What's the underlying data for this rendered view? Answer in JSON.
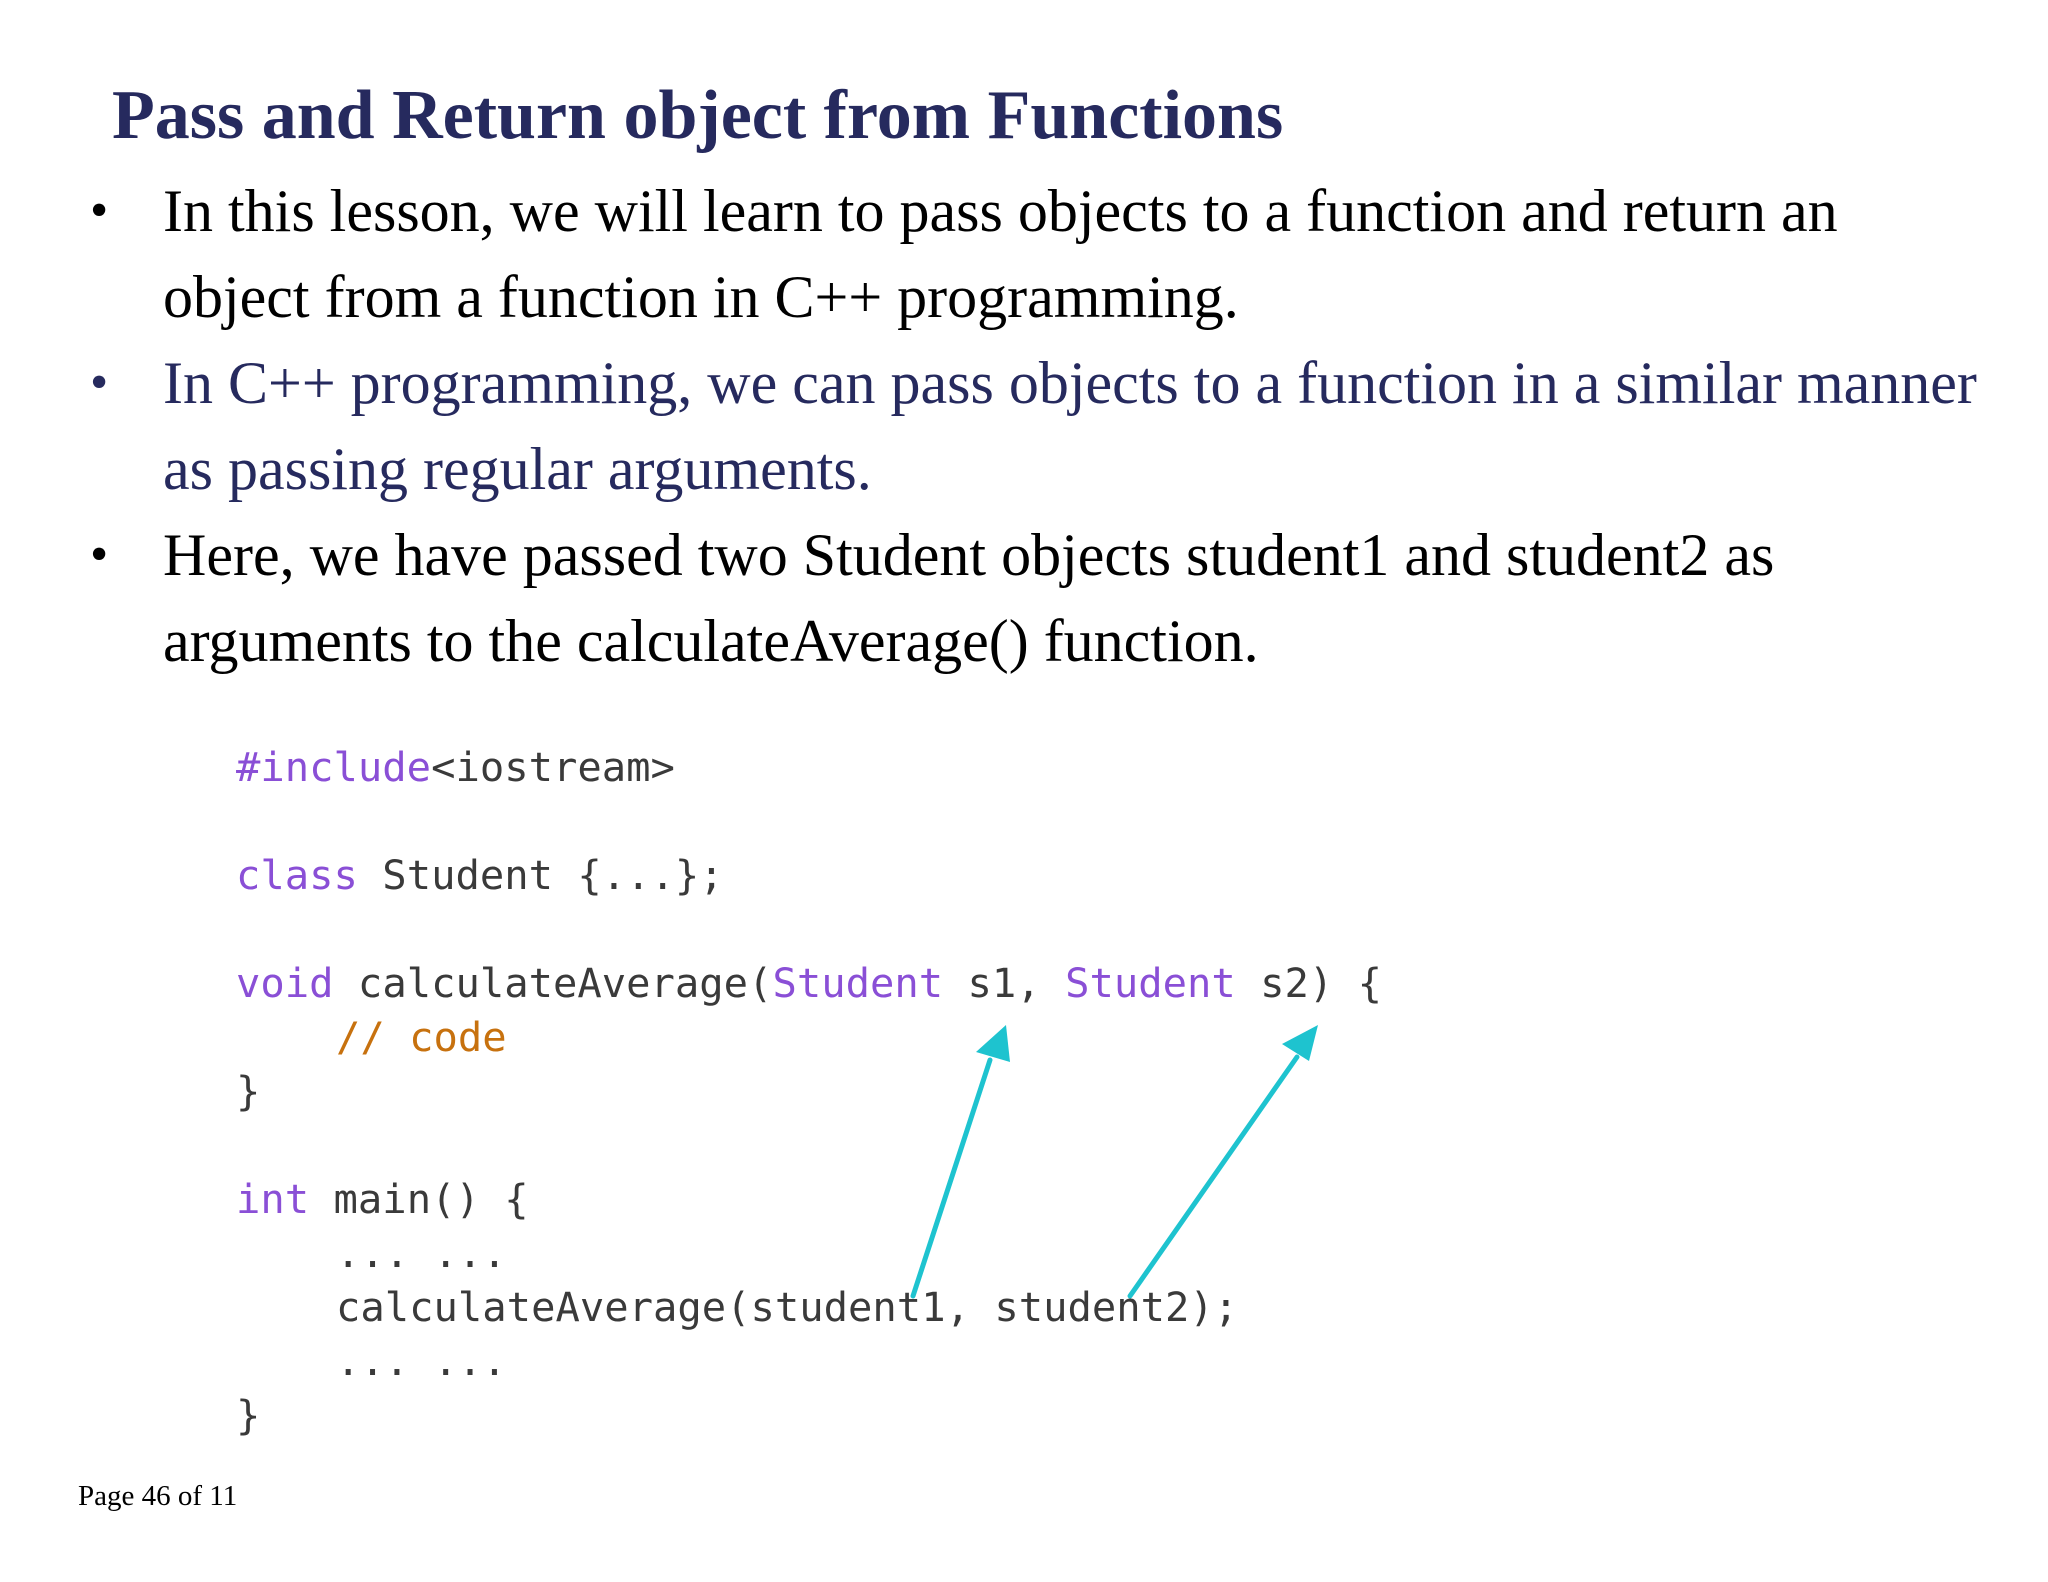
{
  "slide": {
    "title": "Pass and Return object from Functions",
    "bullets": [
      "In this lesson, we will learn to pass objects to a function and return an object from a function in C++ programming.",
      "In C++ programming, we can pass objects to a function in a similar manner as passing regular arguments.",
      "Here, we have passed two Student objects student1 and student2 as arguments to the calculateAverage() function."
    ],
    "bullet_marker": "•"
  },
  "code": {
    "include_kw": "#include",
    "include_rest": "<iostream>",
    "class_kw": "class",
    "class_rest": " Student {...};",
    "void_kw": "void",
    "func_name": " calculateAverage(",
    "param1_type": "Student",
    "param1_name": " s1, ",
    "param2_type": "Student",
    "param2_name": " s2) {",
    "comment": "// code",
    "close_brace_1": "}",
    "int_kw": "int",
    "main_rest": " main() {",
    "ellipsis_1": "... ...",
    "call_line": "calculateAverage(student1, student2);",
    "ellipsis_2": "... ...",
    "close_brace_2": "}"
  },
  "colors": {
    "title": "#262a5e",
    "accent_bullet": "#262a5e",
    "keyword": "#8a4fd6",
    "comment": "#c7710e",
    "code_text": "#3a3a3a",
    "arrow": "#1ec3cf"
  },
  "icons": {
    "arrow_to_s1": "arrow-up-right-icon",
    "arrow_to_s2": "arrow-up-right-icon"
  },
  "footer": {
    "page_label": "Page 46 of 11"
  }
}
